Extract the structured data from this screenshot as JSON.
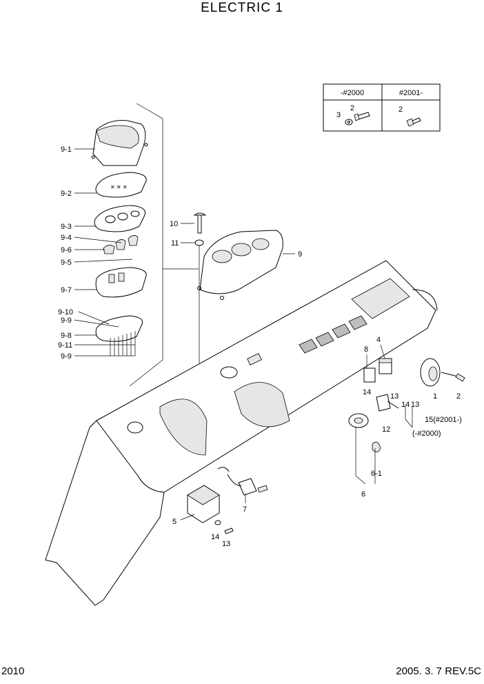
{
  "title": "ELECTRIC 1",
  "footer": {
    "page": "2010",
    "revision": "2005. 3. 7 REV.5C"
  },
  "serial_table": {
    "headers": [
      "-#2000",
      "#2001-"
    ],
    "left_labels": [
      "2",
      "3"
    ],
    "right_labels": [
      "2"
    ]
  },
  "callouts": {
    "c9_1": "9-1",
    "c9_2": "9-2",
    "c9_3": "9-3",
    "c9_4": "9-4",
    "c9_6": "9-6",
    "c9_5": "9-5",
    "c9_7": "9-7",
    "c9_10": "9-10",
    "c9_9a": "9-9",
    "c9_8": "9-8",
    "c9_11": "9-11",
    "c9_9b": "9-9",
    "c10": "10",
    "c11": "11",
    "c9": "9",
    "c8": "8",
    "c4": "4",
    "c14a": "14",
    "c13a": "13",
    "c14b": "14",
    "c13b": "13",
    "c1": "1",
    "c2": "2",
    "c15": "15(#2001-)",
    "c12": "12",
    "c2000": "(-#2000)",
    "c6_1": "6-1",
    "c6": "6",
    "c7": "7",
    "c5": "5",
    "c14c": "14",
    "c13c": "13"
  }
}
